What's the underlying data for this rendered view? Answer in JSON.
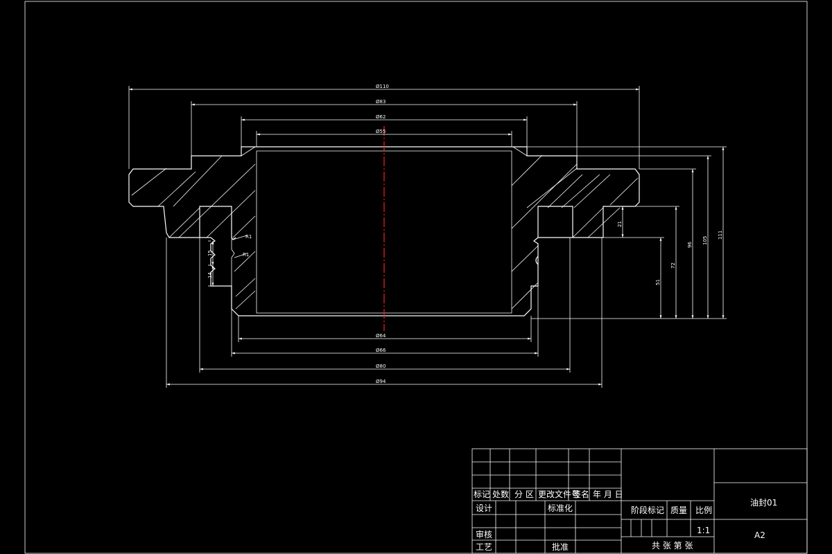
{
  "drawing": {
    "part_name": "油封01",
    "paper_size": "A2",
    "scale": "1:1"
  },
  "dimensions": {
    "d_110": "Ø110",
    "d_83": "Ø83",
    "d_62": "Ø62",
    "d_55": "Ø55",
    "d_64": "Ø64",
    "d_66": "Ø66",
    "d_80": "Ø80",
    "d_94": "Ø94",
    "h_111": "111",
    "h_105": "105",
    "h_96": "96",
    "h_72": "72",
    "h_51": "51",
    "h_21": "21",
    "r1_top": "R1",
    "r1_bottom": "R1",
    "g_15": "15",
    "g_14": "14"
  },
  "title_block": {
    "rev_headers": [
      "标记",
      "处数",
      "分 区",
      "更改文件号",
      "签名",
      "年 月 日"
    ],
    "design": "设计",
    "standardize": "标准化",
    "review": "审核",
    "process": "工艺",
    "approve": "批准",
    "stage_mark": "阶段标记",
    "mass": "质量",
    "ratio": "比例",
    "sheets": "共 张 第 张"
  }
}
